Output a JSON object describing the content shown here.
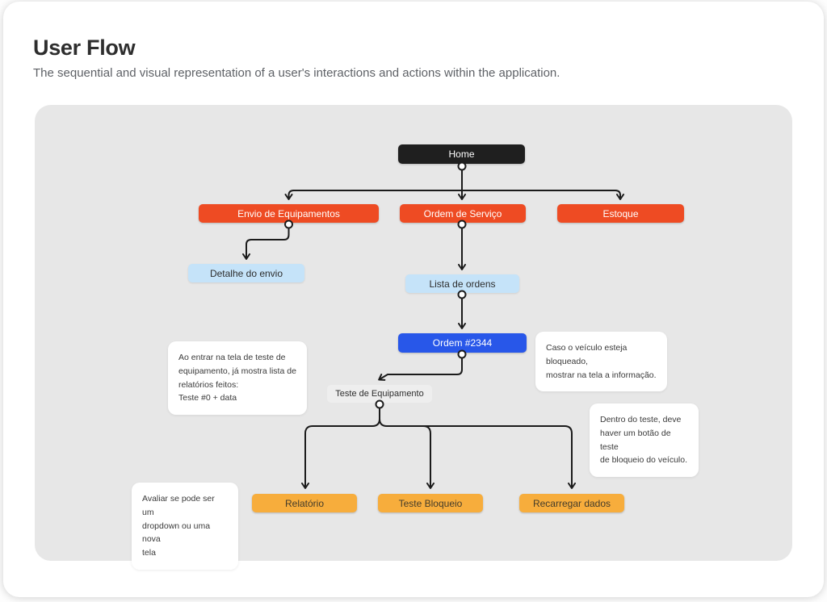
{
  "page": {
    "title": "User Flow",
    "subtitle": "The sequential and visual representation of a user's interactions and actions within the application."
  },
  "colors": {
    "canvas_bg": "#e7e7e7",
    "home_bg": "#1f1f1f",
    "primary_bg": "#ee4b23",
    "secondary_bg": "#c5e3f9",
    "accent_bg": "#2857e9",
    "ghost_bg": "#eeeeee",
    "warning_bg": "#f7ad3c",
    "connector": "#1b1b1b",
    "note_bg": "#ffffff"
  },
  "flow": {
    "nodes": [
      {
        "id": "home",
        "label": "Home",
        "type": "dark"
      },
      {
        "id": "envio-equipamentos",
        "label": "Envio de Equipamentos",
        "type": "primary"
      },
      {
        "id": "ordem-de-servico",
        "label": "Ordem de Serviço",
        "type": "primary"
      },
      {
        "id": "estoque",
        "label": "Estoque",
        "type": "primary"
      },
      {
        "id": "detalhe-do-envio",
        "label": "Detalhe do envio",
        "type": "secondary"
      },
      {
        "id": "lista-de-ordens",
        "label": "Lista de ordens",
        "type": "secondary"
      },
      {
        "id": "ordem-2344",
        "label": "Ordem #2344",
        "type": "accent"
      },
      {
        "id": "teste-equipamento",
        "label": "Teste de Equipamento",
        "type": "ghost"
      },
      {
        "id": "relatorio",
        "label": "Relatório",
        "type": "warning"
      },
      {
        "id": "teste-bloqueio",
        "label": "Teste Bloqueio",
        "type": "warning"
      },
      {
        "id": "recarregar-dados",
        "label": "Recarregar dados",
        "type": "warning"
      }
    ],
    "edges": [
      {
        "from": "home",
        "to": "envio-equipamentos"
      },
      {
        "from": "home",
        "to": "ordem-de-servico"
      },
      {
        "from": "home",
        "to": "estoque"
      },
      {
        "from": "envio-equipamentos",
        "to": "detalhe-do-envio"
      },
      {
        "from": "ordem-de-servico",
        "to": "lista-de-ordens"
      },
      {
        "from": "lista-de-ordens",
        "to": "ordem-2344"
      },
      {
        "from": "ordem-2344",
        "to": "teste-equipamento"
      },
      {
        "from": "teste-equipamento",
        "to": "relatorio"
      },
      {
        "from": "teste-equipamento",
        "to": "teste-bloqueio"
      },
      {
        "from": "teste-equipamento",
        "to": "recarregar-dados"
      }
    ],
    "notes": [
      {
        "id": "note-teste",
        "text": "Ao entrar na tela de teste de\nequipamento, já mostra lista de\nrelatórios feitos:\nTeste #0 + data"
      },
      {
        "id": "note-bloqueado",
        "text": "Caso o veículo esteja bloqueado,\nmostrar na tela a informação."
      },
      {
        "id": "note-botao",
        "text": "Dentro do teste, deve\nhaver um botão  de teste\nde bloqueio do veículo."
      },
      {
        "id": "note-avaliar",
        "text": "Avaliar se pode ser um\ndropdown ou uma nova\ntela"
      }
    ]
  }
}
